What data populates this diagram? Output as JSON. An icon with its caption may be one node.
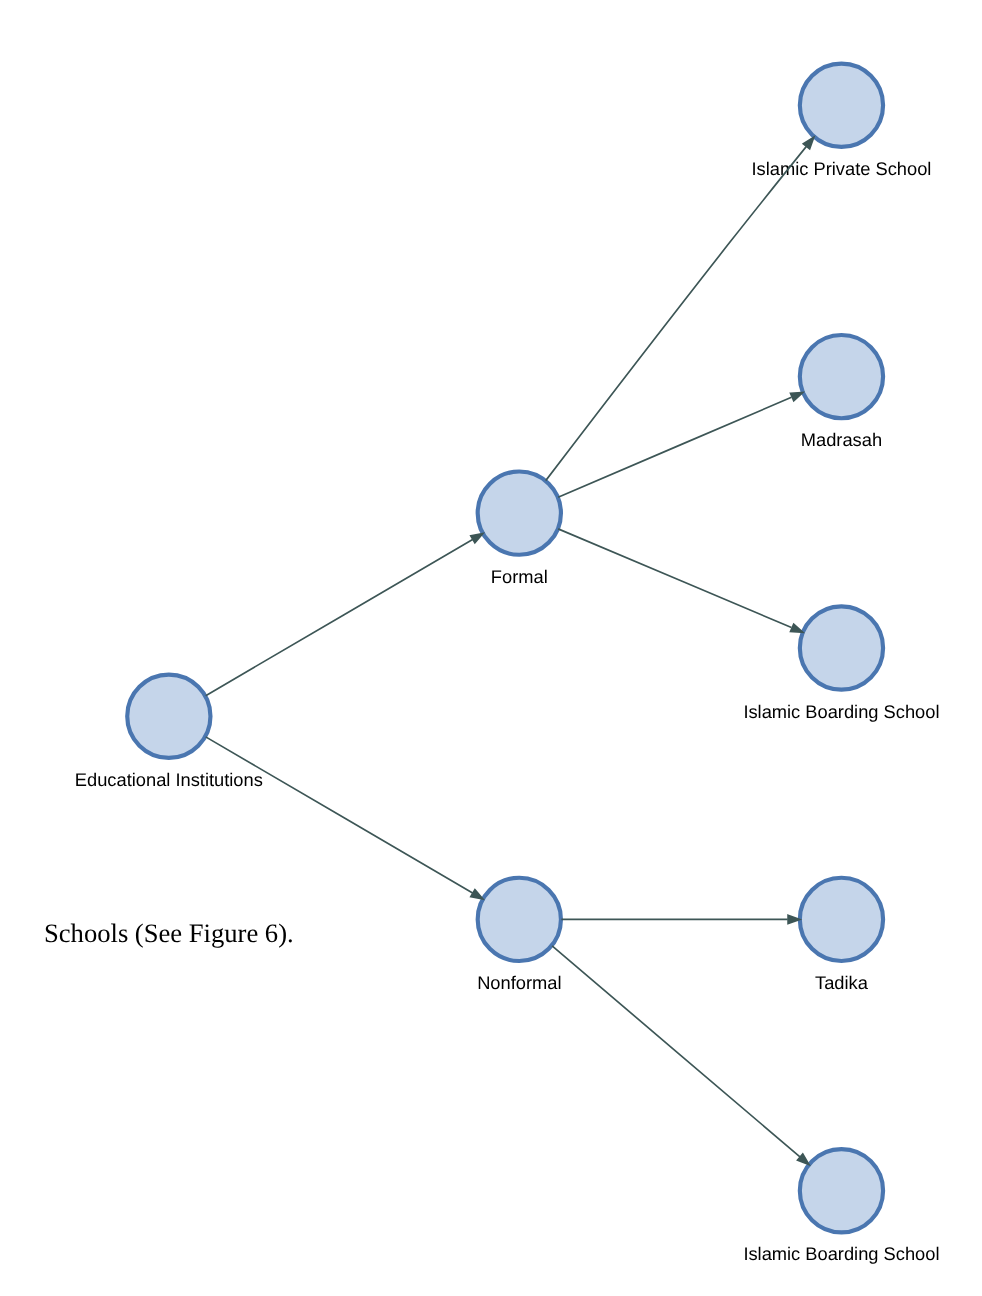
{
  "diagram": {
    "nodes": [
      {
        "text": [
          "Educational Institutions"
        ]
      },
      {
        "text": [
          "Formal"
        ]
      },
      {
        "text": [
          "Nonformal"
        ]
      },
      {
        "text": [
          "Islamic Private School"
        ]
      },
      {
        "text": [
          "Madrasah"
        ]
      },
      {
        "text": [
          "Islamic Boarding School"
        ]
      },
      {
        "text": [
          "Tadika"
        ]
      },
      {
        "text": [
          "Islamic Boarding School"
        ]
      }
    ],
    "edges": [
      {
        "from": 0,
        "to": 1,
        "arrow": "to"
      },
      {
        "from": 0,
        "to": 2,
        "arrow": "to"
      },
      {
        "from": 1,
        "to": 3,
        "arrow": "to"
      },
      {
        "from": 1,
        "to": 4,
        "arrow": "to"
      },
      {
        "from": 1,
        "to": 5,
        "arrow": "to"
      },
      {
        "from": 2,
        "to": 6,
        "arrow": "to"
      },
      {
        "from": 2,
        "to": 7,
        "arrow": "to"
      }
    ],
    "labels": [
      "Schools (See Figure 6)."
    ]
  }
}
